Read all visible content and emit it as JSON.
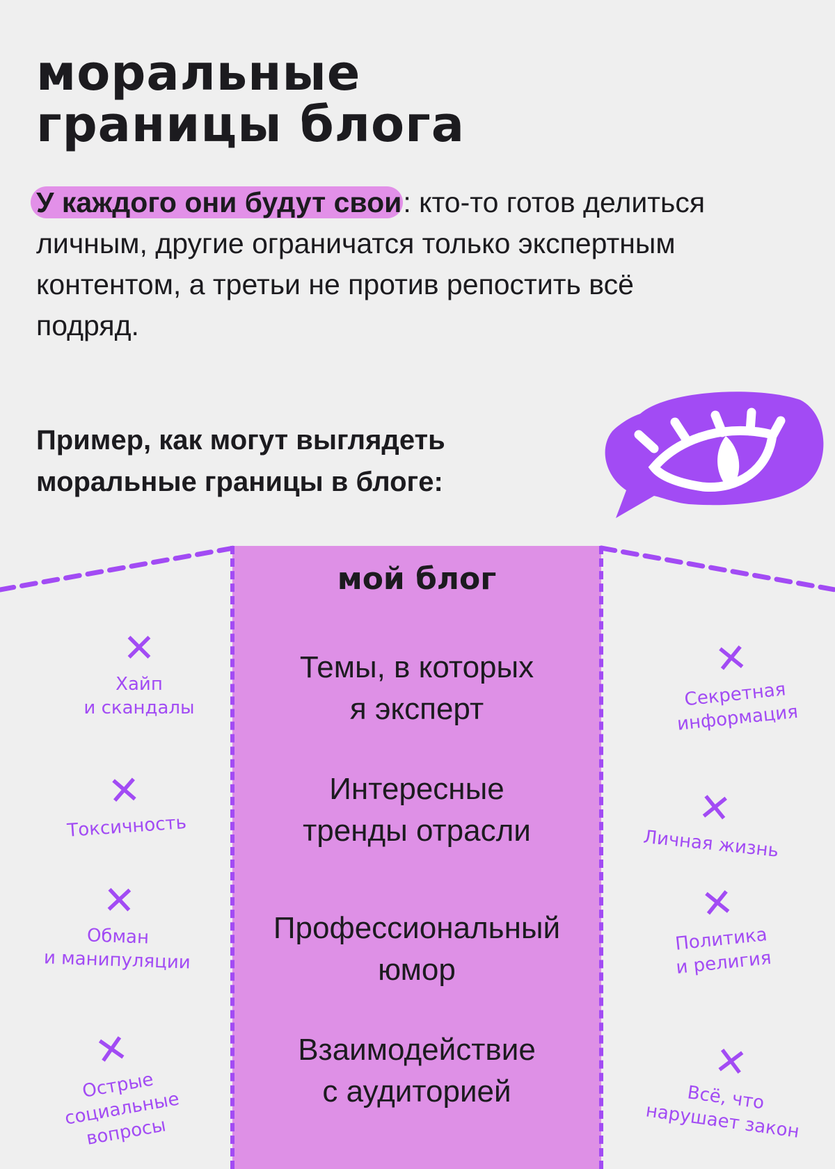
{
  "title": {
    "line1": "моральные",
    "line2": "границы блога"
  },
  "intro": {
    "highlight": "У каждого они будут свои",
    "rest": ": кто-то готов делиться личным, другие ограничатся только экспертным контентом, а третьи не против репостить всё подряд."
  },
  "subtitle": {
    "line1": "Пример, как могут выглядеть",
    "line2": "моральные границы в блоге:"
  },
  "icon": "eye-speech-bubble-icon",
  "colors": {
    "background": "#efefef",
    "accent": "#a24bf4",
    "highlight": "#de90e6",
    "text": "#1c1b1f"
  },
  "center": {
    "title": "мой блог",
    "items": [
      {
        "line1": "Темы, в которых",
        "line2": "я эксперт"
      },
      {
        "line1": "Интересные",
        "line2": "тренды отрасли"
      },
      {
        "line1": "Профессиональный",
        "line2": "юмор"
      },
      {
        "line1": "Взаимодействие",
        "line2": "с аудиторией"
      }
    ]
  },
  "left": {
    "items": [
      {
        "mark": "✕",
        "line1": "Хайп",
        "line2": "и скандалы"
      },
      {
        "mark": "✕",
        "line1": "Токсичность",
        "line2": ""
      },
      {
        "mark": "✕",
        "line1": "Обман",
        "line2": "и манипуляции"
      },
      {
        "mark": "✕",
        "line1": "Острые",
        "line2": "социальные",
        "line3": "вопросы"
      }
    ]
  },
  "right": {
    "items": [
      {
        "mark": "✕",
        "line1": "Секретная",
        "line2": "информация"
      },
      {
        "mark": "✕",
        "line1": "Личная жизнь",
        "line2": ""
      },
      {
        "mark": "✕",
        "line1": "Политика",
        "line2": "и религия"
      },
      {
        "mark": "✕",
        "line1": "Всё, что",
        "line2": "нарушает закон"
      }
    ]
  }
}
